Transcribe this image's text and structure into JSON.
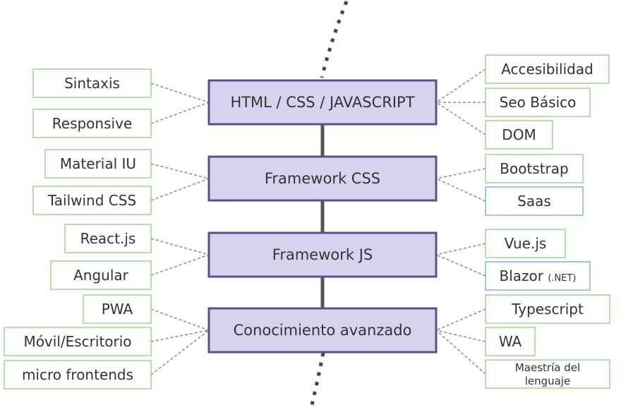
{
  "stages": [
    {
      "label": "HTML / CSS / JAVASCRIPT",
      "left": [
        {
          "label": "Sintaxis"
        },
        {
          "label": "Responsive"
        }
      ],
      "right": [
        {
          "label": "Accesibilidad"
        },
        {
          "label": "Seo Básico"
        },
        {
          "label": "DOM"
        }
      ]
    },
    {
      "label": "Framework CSS",
      "left": [
        {
          "label": "Material IU"
        },
        {
          "label": "Tailwind CSS"
        }
      ],
      "right": [
        {
          "label": "Bootstrap"
        },
        {
          "label": "Saas",
          "border": "blue"
        }
      ]
    },
    {
      "label": "Framework JS",
      "left": [
        {
          "label": "React.js"
        },
        {
          "label": "Angular"
        }
      ],
      "right": [
        {
          "label": "Vue.js"
        },
        {
          "label": "Blazor",
          "sub": "(.NET)",
          "border": "blue"
        }
      ]
    },
    {
      "label": "Conocimiento avanzado",
      "left": [
        {
          "label": "PWA"
        },
        {
          "label": "Móvil/Escritorio"
        },
        {
          "label": "micro frontends"
        }
      ],
      "right": [
        {
          "label": "Typescript"
        },
        {
          "label": "WA"
        },
        {
          "label": "Maestría del",
          "line2": "lenguaje"
        }
      ]
    }
  ],
  "colors": {
    "main_fill": "#d9d2ef",
    "main_border": "#5e4d8e",
    "side_border_green": "#a6d59a",
    "side_border_blue": "#8eb4e3"
  }
}
